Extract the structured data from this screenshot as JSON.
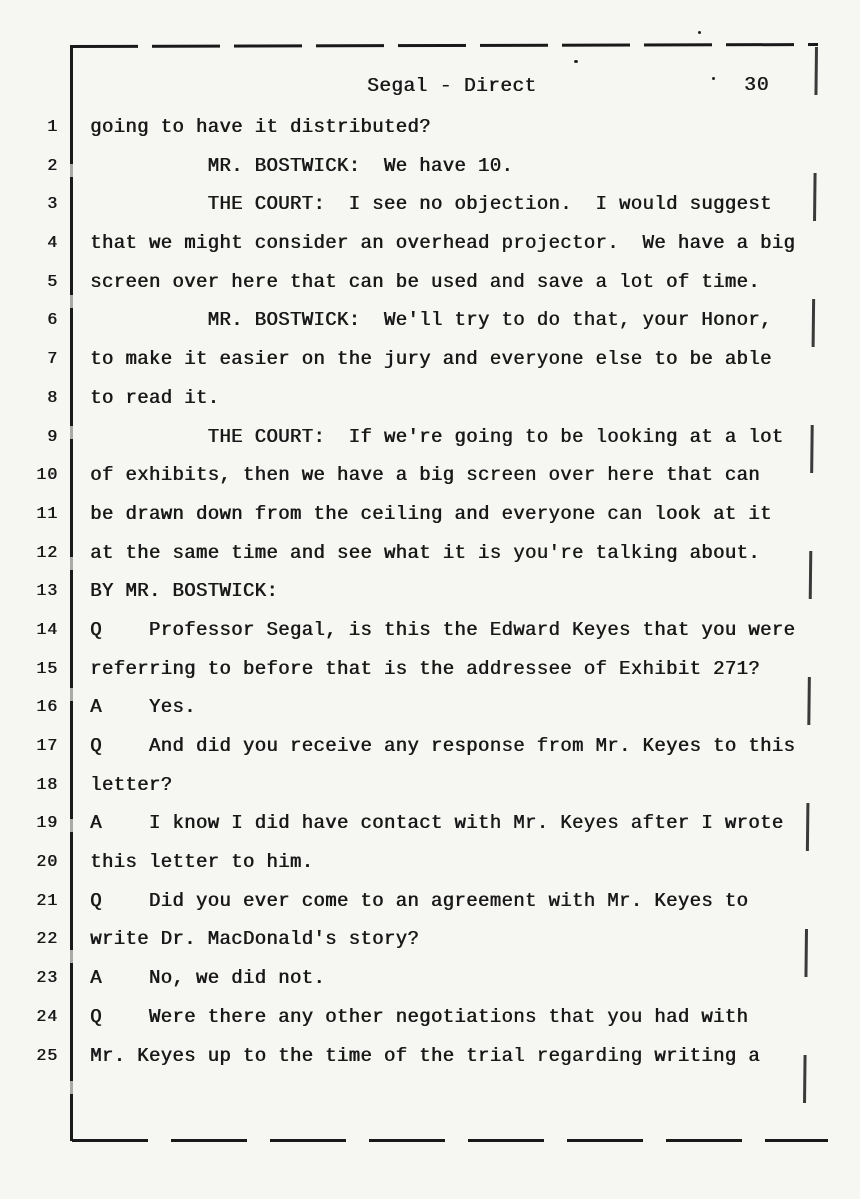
{
  "header": {
    "title": "Segal - Direct",
    "page_number": "30"
  },
  "transcript": {
    "lines": [
      {
        "num": "1",
        "text": "going to have it distributed?"
      },
      {
        "num": "2",
        "text": "          MR. BOSTWICK:  We have 10."
      },
      {
        "num": "3",
        "text": "          THE COURT:  I see no objection.  I would suggest"
      },
      {
        "num": "4",
        "text": "that we might consider an overhead projector.  We have a big"
      },
      {
        "num": "5",
        "text": "screen over here that can be used and save a lot of time."
      },
      {
        "num": "6",
        "text": "          MR. BOSTWICK:  We'll try to do that, your Honor,"
      },
      {
        "num": "7",
        "text": "to make it easier on the jury and everyone else to be able"
      },
      {
        "num": "8",
        "text": "to read it."
      },
      {
        "num": "9",
        "text": "          THE COURT:  If we're going to be looking at a lot"
      },
      {
        "num": "10",
        "text": "of exhibits, then we have a big screen over here that can"
      },
      {
        "num": "11",
        "text": "be drawn down from the ceiling and everyone can look at it"
      },
      {
        "num": "12",
        "text": "at the same time and see what it is you're talking about."
      },
      {
        "num": "13",
        "text": "BY MR. BOSTWICK:"
      },
      {
        "num": "14",
        "text": "Q    Professor Segal, is this the Edward Keyes that you were"
      },
      {
        "num": "15",
        "text": "referring to before that is the addressee of Exhibit 271?"
      },
      {
        "num": "16",
        "text": "A    Yes."
      },
      {
        "num": "17",
        "text": "Q    And did you receive any response from Mr. Keyes to this"
      },
      {
        "num": "18",
        "text": "letter?"
      },
      {
        "num": "19",
        "text": "A    I know I did have contact with Mr. Keyes after I wrote"
      },
      {
        "num": "20",
        "text": "this letter to him."
      },
      {
        "num": "21",
        "text": "Q    Did you ever come to an agreement with Mr. Keyes to"
      },
      {
        "num": "22",
        "text": "write Dr. MacDonald's story?"
      },
      {
        "num": "23",
        "text": "A    No, we did not."
      },
      {
        "num": "24",
        "text": "Q    Were there any other negotiations that you had with"
      },
      {
        "num": "25",
        "text": "Mr. Keyes up to the time of the trial regarding writing a"
      }
    ]
  },
  "colors": {
    "paper": "#f6f6f3",
    "ink": "#191919"
  }
}
